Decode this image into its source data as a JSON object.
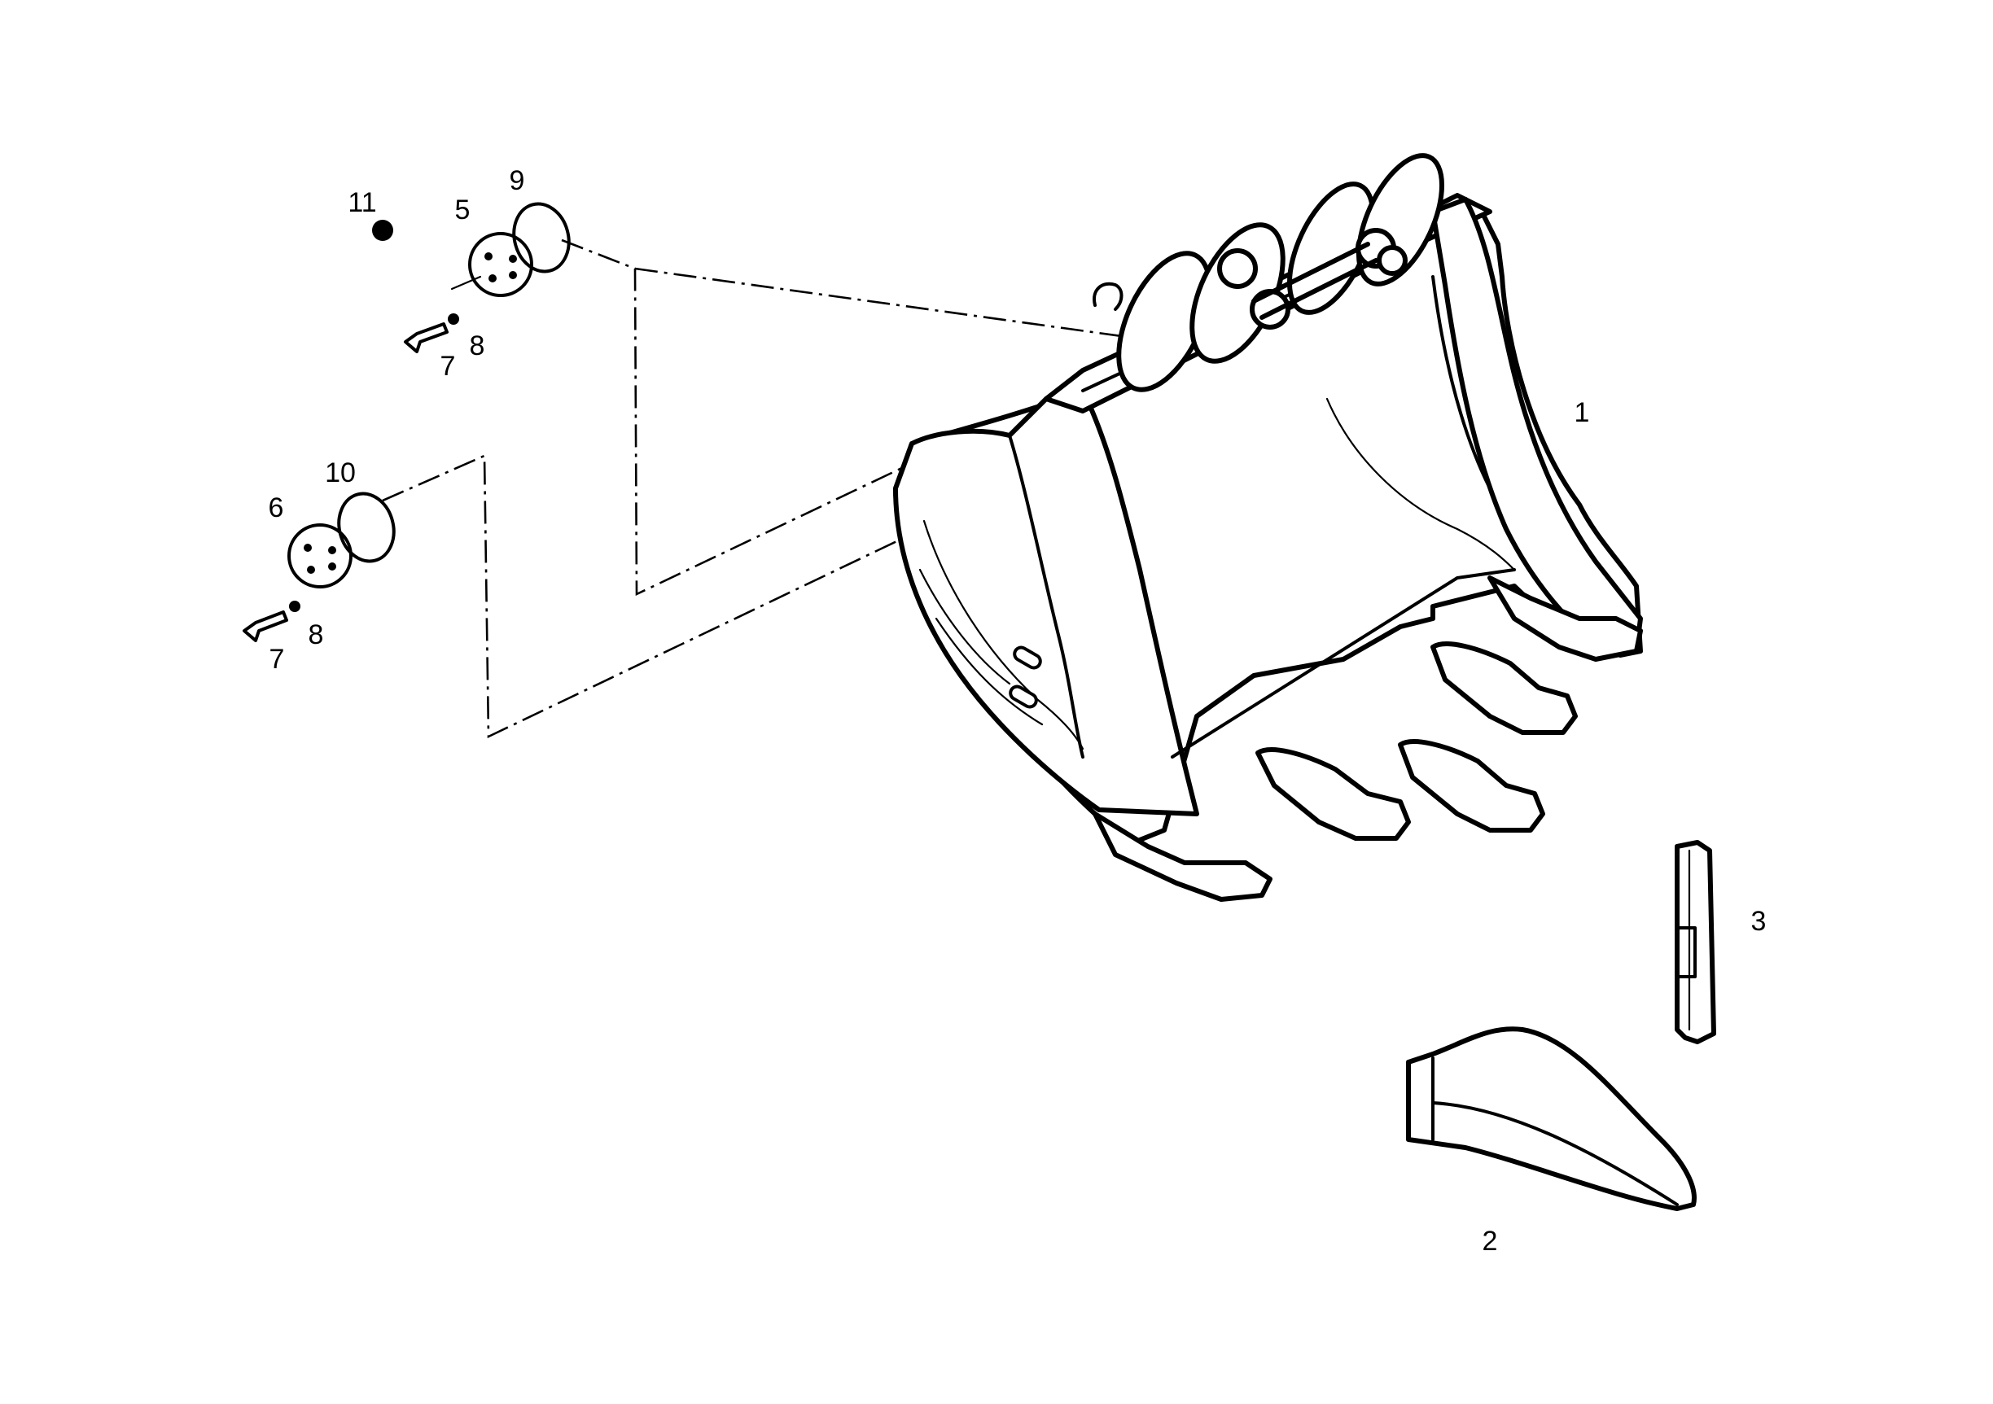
{
  "labels": {
    "bucket": "1",
    "tooth_tip": "2",
    "adapter_pin": "3",
    "cover_plate_upper": "5",
    "cover_plate_lower": "6",
    "bolt_upper": "7",
    "bolt_lower": "7",
    "washer_upper": "8",
    "washer_lower": "8",
    "o_ring_upper": "9",
    "o_ring_lower": "10",
    "grease_nipple": "11"
  },
  "colors": {
    "ink": "#000000",
    "paper": "#ffffff"
  }
}
